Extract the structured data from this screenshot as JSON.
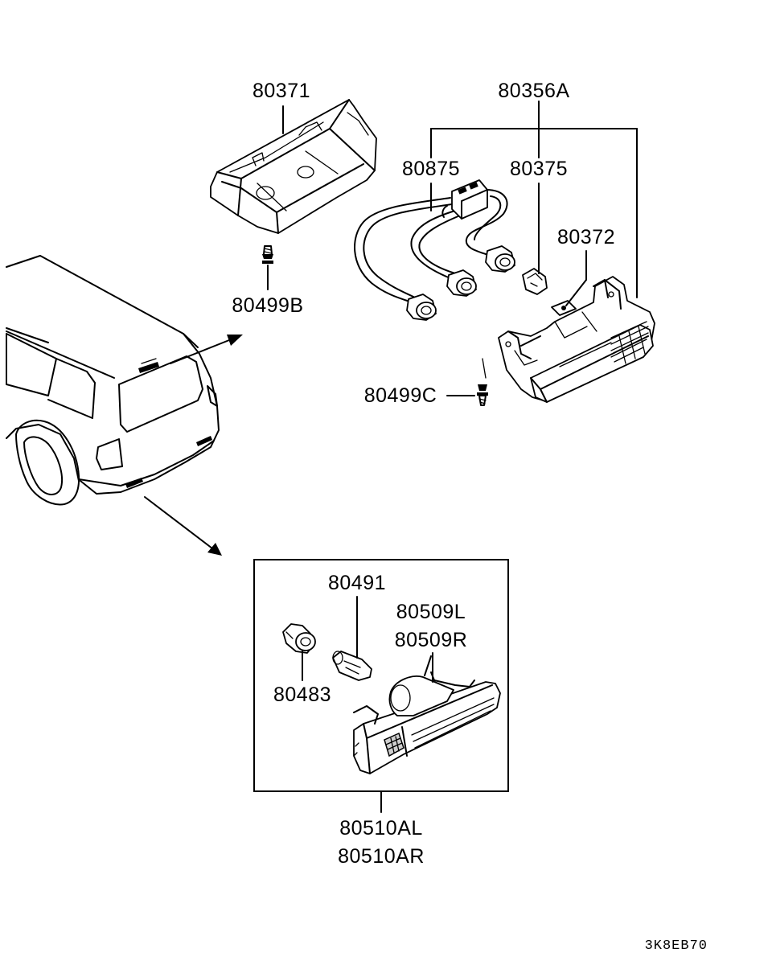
{
  "parts": {
    "high_mount_cover": "80371",
    "lamp_assembly": "80356A",
    "harness": "80875",
    "bulb_upper": "80375",
    "gasket": "80372",
    "screw_cover": "80499B",
    "screw_lamp": "80499C",
    "bulb_reflector": "80491",
    "socket_reflector": "80483",
    "lamp_left": "80509L",
    "lamp_right": "80509R",
    "assembly_left": "80510AL",
    "assembly_right": "80510AR"
  },
  "diagram_code": "3K8EB70"
}
